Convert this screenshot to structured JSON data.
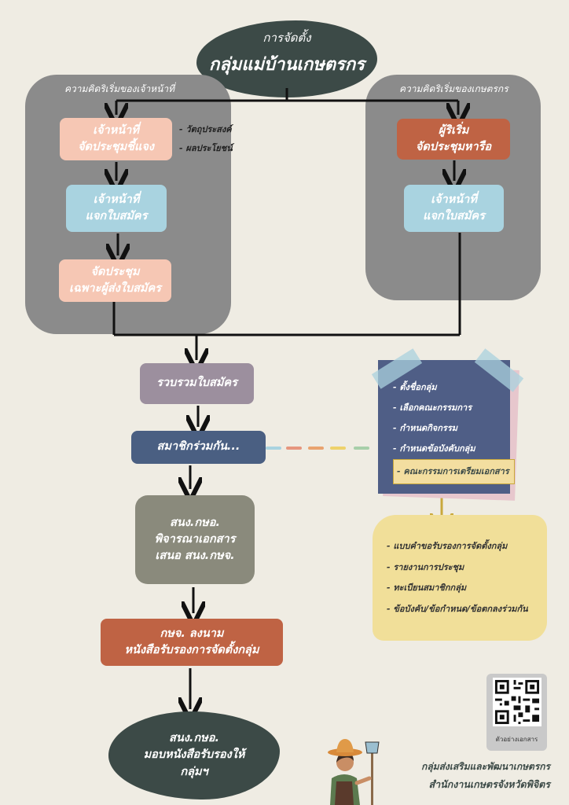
{
  "title": {
    "line1": "การจัดตั้ง",
    "line2": "กลุ่มแม่บ้านเกษตรกร"
  },
  "left_panel": {
    "label": "ความคิดริเริ่มของเจ้าหน้าที่",
    "step1": {
      "line1": "เจ้าหน้าที่",
      "line2": "จัดประชุมชี้แจง"
    },
    "step1_notes": [
      "- วัตถุประสงค์",
      "- ผลประโยชน์"
    ],
    "step2": {
      "line1": "เจ้าหน้าที่",
      "line2": "แจกใบสมัคร"
    },
    "step3": {
      "line1": "จัดประชุม",
      "line2": "เฉพาะผู้ส่งใบสมัคร"
    }
  },
  "right_panel": {
    "label": "ความคิดริเริ่มของเกษตรกร",
    "step1": {
      "line1": "ผู้ริเริ่ม",
      "line2": "จัดประชุมหารือ"
    },
    "step2": {
      "line1": "เจ้าหน้าที่",
      "line2": "แจกใบสมัคร"
    }
  },
  "main_flow": {
    "collect": "รวบรวมใบสมัคร",
    "members": "สมาชิกร่วมกัน...",
    "review": {
      "line1": "สนง.กษอ.",
      "line2": "พิจารณาเอกสาร",
      "line3": "เสนอ สนง.กษจ."
    },
    "sign": {
      "line1": "กษจ. ลงนาม",
      "line2": "หนังสือรับรองการจัดตั้งกลุ่ม"
    },
    "final": {
      "line1": "สนง.กษอ.",
      "line2": "มอบหนังสือรับรองให้",
      "line3": "กลุ่มฯ"
    }
  },
  "member_tasks": [
    "- ตั้งชื่อกลุ่ม",
    "- เลือกคณะกรรมการ",
    "- กำหนดกิจกรรม",
    "- กำหนดข้อบังคับกลุ่ม",
    "- คณะกรรมการเตรียมเอกสาร"
  ],
  "documents": [
    "- แบบคำขอรับรองการจัดตั้งกลุ่ม",
    "- รายงานการประชุม",
    "- ทะเบียนสมาชิกกลุ่ม",
    "- ข้อบังคับ/ข้อกำหนด/ข้อตกลงร่วมกัน"
  ],
  "qr_caption": "ตัวอย่างเอกสาร",
  "footer": {
    "line1": "กลุ่มส่งเสริมและพัฒนาเกษตรกร",
    "line2": "สำนักงานเกษตรจังหวัดพิจิตร"
  },
  "colors": {
    "background": "#efece3",
    "dark_teal": "#3c4a47",
    "panel_grey": "#8b8b8b",
    "pink": "#f6c7b4",
    "light_blue": "#a9d3e0",
    "rust": "#bf6344",
    "mauve": "#9c8f9e",
    "navy": "#4a5f82",
    "olive_grey": "#8a8a7c",
    "yellow": "#f1df99"
  }
}
